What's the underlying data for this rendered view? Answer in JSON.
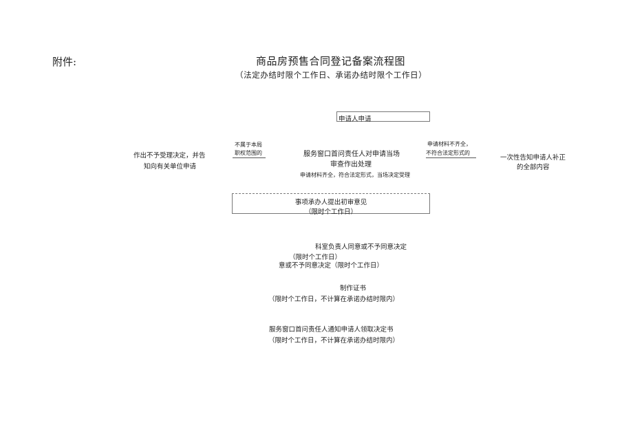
{
  "header": {
    "attachment_label": "附件:",
    "title": "商品房预售合同登记备案流程图",
    "subtitle": "（法定办结时限个工作日、承诺办结时限个工作日）"
  },
  "flow": {
    "applicant_box": "申请人申请",
    "reject": {
      "condition_line1": "不属于本局",
      "condition_line2": "职权范围的",
      "result_line1": "作出不予受理决定，并告",
      "result_line2": "知向有关单位申请"
    },
    "window_review": {
      "line1": "服务窗口首问责任人对申请当场",
      "line2": "审查作出处理",
      "accept_condition": "申请材料齐全，符合法定形式，当场决定受理"
    },
    "supplement": {
      "condition_line1": "申请材料不齐全，",
      "condition_line2": "不符合法定形式的",
      "result_line1": "一次性告知申请人补正",
      "result_line2": "的全部内容"
    },
    "initial_review": {
      "line1": "事项承办人提出初审意见",
      "line2": "（限时个工作日）"
    },
    "section_chief": {
      "line1": "科室负责人同意或不予同意决定",
      "line2": "（限时个工作日）",
      "line3": "意或不予同意决定（限时个工作日）"
    },
    "certificate": {
      "line1": "制作证书",
      "line2": "（限时个工作日，不计算在承诺办结时限内）"
    },
    "notify": {
      "line1": "服务窗口首问责任人通知申请人领取决定书",
      "line2": "（限时个工作日，不计算在承诺办结时限内）"
    }
  }
}
